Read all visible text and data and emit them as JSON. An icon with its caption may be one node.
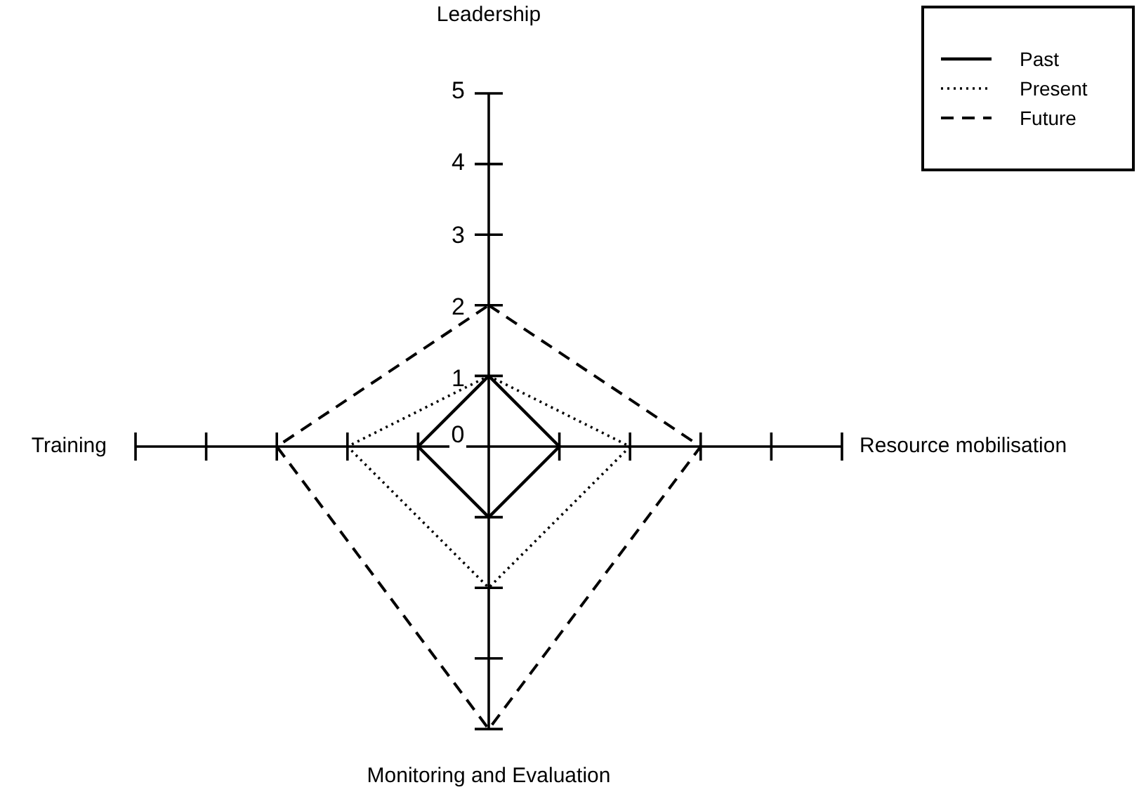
{
  "diagram": {
    "labels": [
      "Leadership",
      "5",
      "4",
      "3",
      "2",
      "1",
      "Training",
      "0",
      "Resource mobilisation",
      "Monitoring and Evaluation"
    ],
    "legend": [
      {
        "text": "Past"
      },
      {
        "text": "Present"
      },
      {
        "text": "Future"
      }
    ]
  }
}
